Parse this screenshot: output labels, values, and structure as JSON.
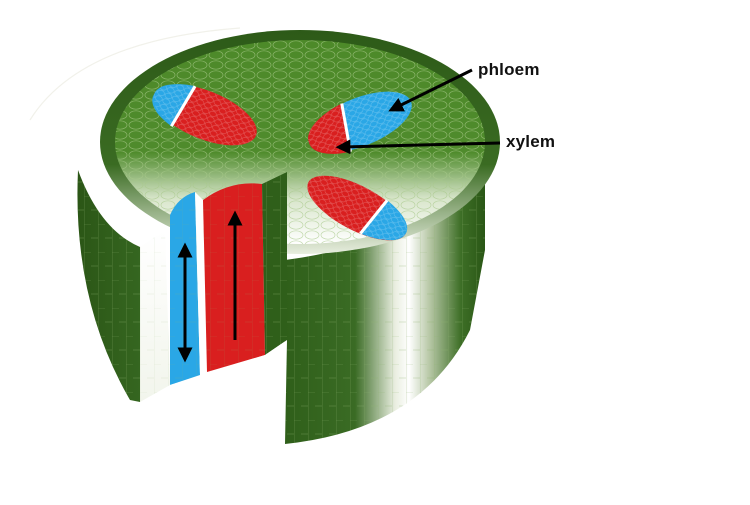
{
  "diagram": {
    "subject": "Cutaway of a plant root/stem cylinder showing vascular bundles",
    "labels": {
      "phloem": "phloem",
      "xylem": "xylem"
    },
    "colors": {
      "outer_epidermis": "#2f5f1a",
      "cortex_top": "#4f8a2a",
      "pith_white": "#f4f7ee",
      "xylem": "#d91f1f",
      "phloem": "#2aa7e6",
      "divider": "#ffffff",
      "arrows": "#000000"
    },
    "vascular_bundles": [
      {
        "position": "upper-left",
        "xylem": true,
        "phloem": true
      },
      {
        "position": "upper-right",
        "xylem": true,
        "phloem": true
      },
      {
        "position": "lower-right",
        "xylem": true,
        "phloem": true
      }
    ],
    "cutaway_arrows": [
      {
        "tissue": "phloem",
        "direction": "bidirectional"
      },
      {
        "tissue": "xylem",
        "direction": "up"
      }
    ]
  }
}
